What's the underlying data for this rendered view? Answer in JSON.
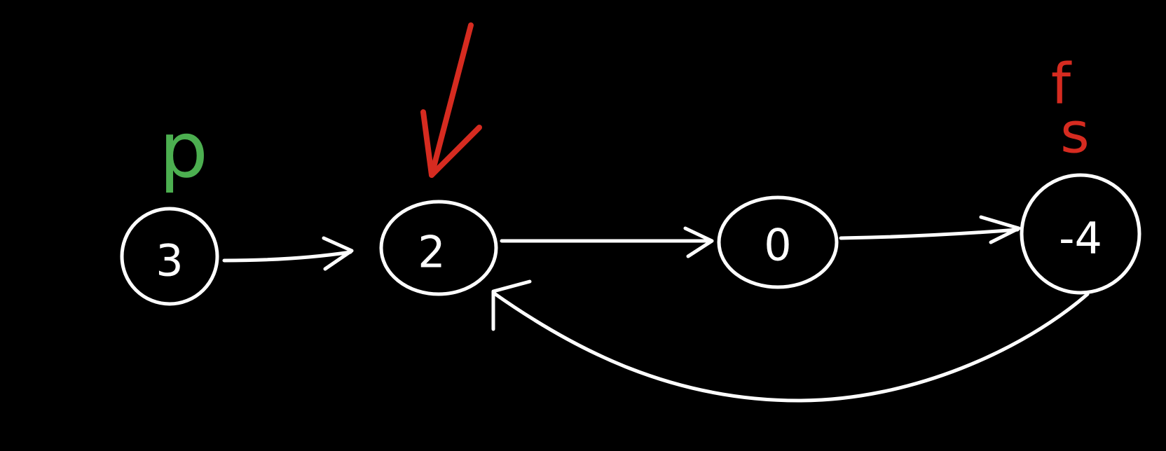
{
  "colors": {
    "background": "#000000",
    "ink": "#ffffff",
    "green": "#4caf50",
    "red": "#d62b20"
  },
  "nodes": [
    {
      "id": "n1",
      "label": "3"
    },
    {
      "id": "n2",
      "label": "2"
    },
    {
      "id": "n3",
      "label": "0"
    },
    {
      "id": "n4",
      "label": "-4"
    }
  ],
  "edges": [
    {
      "from": "n1",
      "to": "n2"
    },
    {
      "from": "n2",
      "to": "n3"
    },
    {
      "from": "n3",
      "to": "n4"
    },
    {
      "from": "n4",
      "to": "n2"
    }
  ],
  "pointers": {
    "p_label": "p",
    "f_label": "f",
    "s_label": "s"
  }
}
